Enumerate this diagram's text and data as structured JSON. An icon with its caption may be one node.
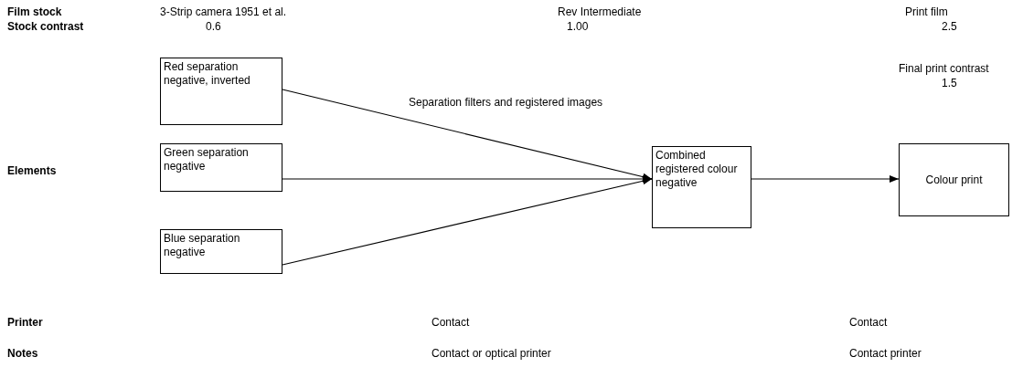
{
  "diagram": {
    "nodes": [
      {
        "text": [
          "Red separation negative, inverted"
        ]
      },
      {
        "text": [
          "Green separation negative"
        ]
      },
      {
        "text": [
          "Blue separation negative"
        ]
      },
      {
        "text": [
          "Combined registered colour negative"
        ]
      },
      {
        "text": [
          "Colour print"
        ]
      }
    ],
    "edges": [
      {
        "from": 0,
        "to": 3,
        "arrow": "to"
      },
      {
        "from": 1,
        "to": 3,
        "arrow": "to"
      },
      {
        "from": 2,
        "to": 3,
        "arrow": "to"
      },
      {
        "from": 3,
        "to": 4,
        "arrow": "to"
      }
    ],
    "labels": [
      "Film stock",
      "3-Strip camera 1951 et al.",
      "Rev Intermediate",
      "Print film",
      "Stock contrast",
      "0.6",
      "1.00",
      "2.5",
      "Final print contrast",
      "1.5",
      "Separation filters and registered images",
      "Elements",
      "Printer",
      "Contact",
      "Contact",
      "Notes",
      "Contact or optical printer",
      "Contact printer"
    ]
  }
}
